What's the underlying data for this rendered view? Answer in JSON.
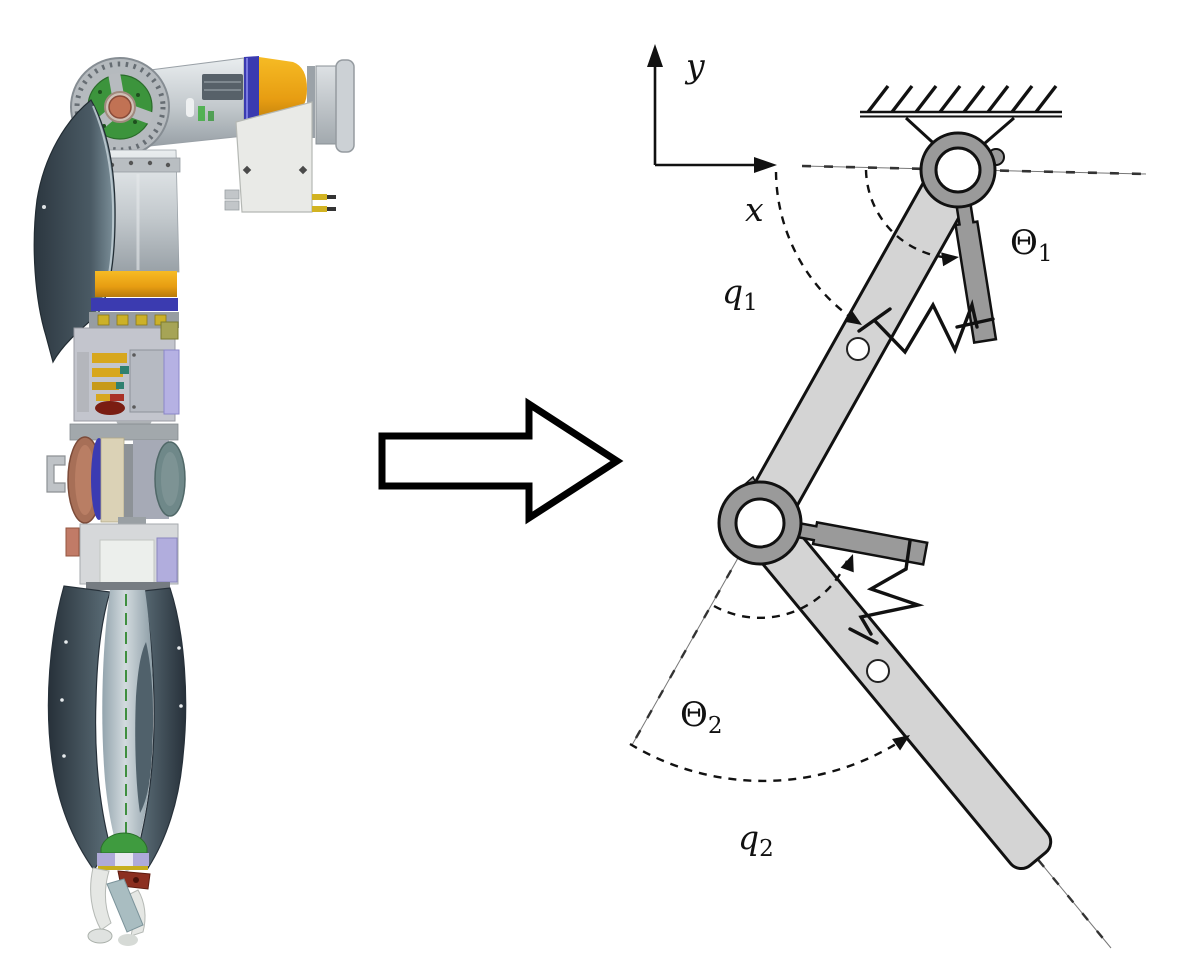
{
  "figure": {
    "kind": "robot-arm-to-schematic-figure",
    "transform_arrow_direction": "right"
  },
  "robot_render": {
    "colors": {
      "body_gray": "#c6cacd",
      "shell_dark": "#36424c",
      "accent_orange": "#eaa41c",
      "accent_indigo": "#3b3bb0",
      "pcb_green": "#3c943c",
      "hub_copper": "#c17254",
      "disc_copper": "#a76f57",
      "cylinder_teal": "#6f8889",
      "wrist_red": "#8c2f20",
      "wrist_lavender": "#aeaad9"
    }
  },
  "schematic": {
    "colors": {
      "link_fill": "#d4d4d4",
      "joint_fill": "#9a9a9a",
      "outline": "#111111"
    },
    "labels": {
      "y_axis": "y",
      "x_axis": "x",
      "q1": {
        "base": "q",
        "sub": "1"
      },
      "theta1": {
        "base": "Θ",
        "sub": "1"
      },
      "theta2": {
        "base": "Θ",
        "sub": "2"
      },
      "q2": {
        "base": "q",
        "sub": "2"
      }
    }
  }
}
